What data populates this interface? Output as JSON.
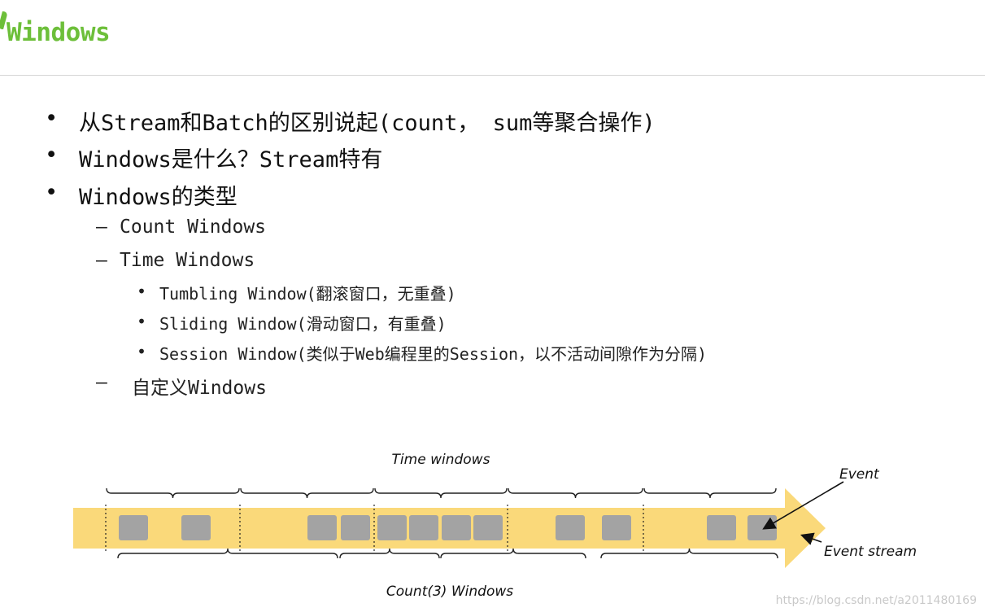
{
  "slide": {
    "title": "Windows"
  },
  "bullets": {
    "b1": "从Stream和Batch的区别说起(count， sum等聚合操作)",
    "b2": "Windows是什么？Stream特有",
    "b3": "Windows的类型",
    "count_windows": "Count Windows",
    "time_windows": "Time Windows",
    "tumbling": "Tumbling Window(翻滚窗口，无重叠)",
    "sliding": "Sliding Window(滑动窗口，有重叠)",
    "session": "Session Window(类似于Web编程里的Session，以不活动间隙作为分隔)",
    "custom": "自定义Windows",
    "l1_marker": "•",
    "l2_marker": "–",
    "l3_marker": "•"
  },
  "diagram": {
    "time_label": "Time windows",
    "count_label": "Count(3) Windows",
    "event_label": "Event",
    "stream_label": "Event stream",
    "stream_color": "#fad97a",
    "event_color": "#a3a3a3",
    "time_windows_count": 5,
    "event_count": 12,
    "count_window_size": 3
  },
  "watermark": "https://blog.csdn.net/a2011480169"
}
